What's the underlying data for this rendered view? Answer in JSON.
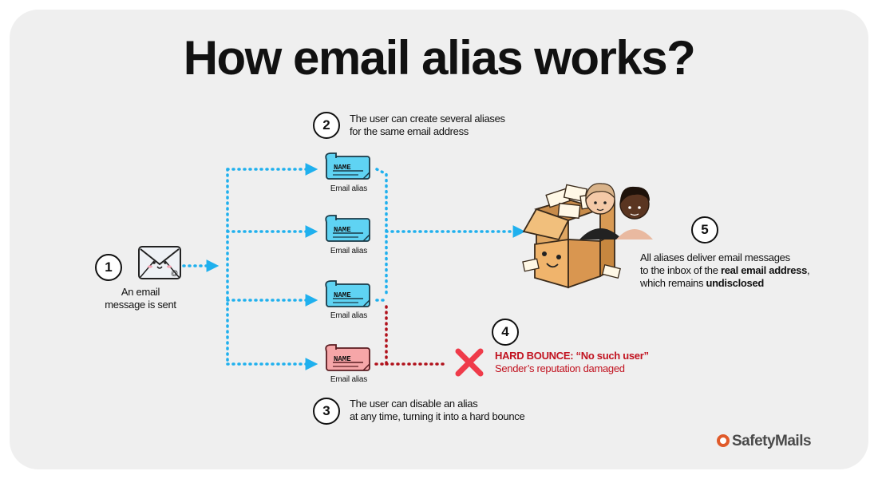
{
  "title": "How email alias works?",
  "steps": {
    "s1": {
      "num": "1",
      "text": "An email\nmessage is sent"
    },
    "s2": {
      "num": "2",
      "line1": "The user can create several aliases",
      "line2": "for the same email address"
    },
    "s3": {
      "num": "3",
      "line1": "The user can disable an alias",
      "line2": "at any time, turning it into a hard bounce"
    },
    "s4": {
      "num": "4",
      "line1": "HARD BOUNCE: “No such user”",
      "line2": "Sender’s reputation damaged"
    },
    "s5": {
      "num": "5",
      "line1": "All aliases deliver email messages",
      "line2_pre": "to the inbox of the ",
      "line2_bold": "real email address",
      "line2_post": ",",
      "line3_pre": "which remains ",
      "line3_bold": "undisclosed"
    }
  },
  "aliases": [
    {
      "tag": "NAME",
      "caption": "Email alias",
      "active": true
    },
    {
      "tag": "NAME",
      "caption": "Email alias",
      "active": true
    },
    {
      "tag": "NAME",
      "caption": "Email alias",
      "active": true
    },
    {
      "tag": "NAME",
      "caption": "Email alias",
      "active": false
    }
  ],
  "colors": {
    "active_flow": "#1fb0ee",
    "disabled_flow": "#b0101a",
    "alias_active_fill": "#5fd3f3",
    "alias_disabled_fill": "#f6a6a8",
    "bounce_x": "#ef3b4a",
    "brand": "#e05a2a"
  },
  "icons": {
    "sender": "envelope-icon",
    "inbox": "mailbox-box-icon",
    "users": "user-avatars-icon",
    "bounce": "x-mark-icon",
    "brand": "safetymails-logo-icon"
  },
  "brand": {
    "name": "SafetyMails"
  }
}
